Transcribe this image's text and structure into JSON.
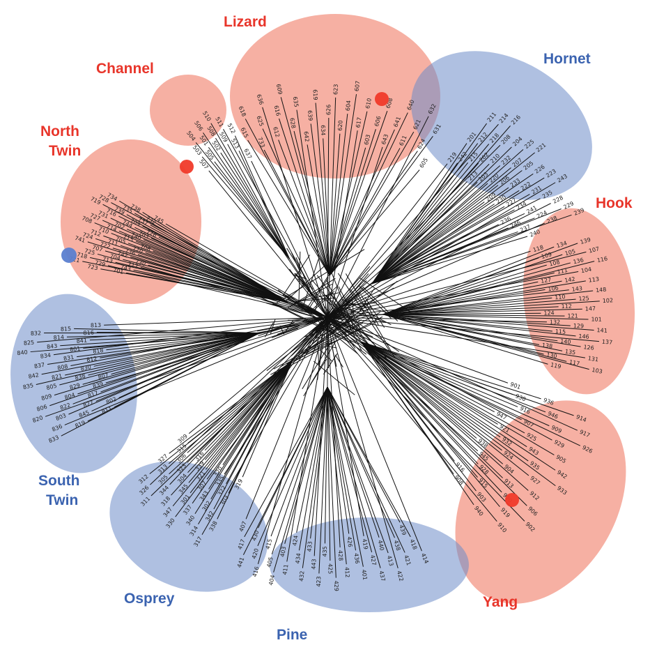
{
  "colors": {
    "red_group": "#ee6f57",
    "blue_group": "#6d8cc8",
    "red_label": "#e8352a",
    "blue_label": "#3b63b0",
    "branch": "#111111",
    "highlight_red": "#f03a2a",
    "highlight_blue": "#5b7fd0"
  },
  "groups": [
    {
      "id": "lizard",
      "label": "Lizard",
      "color": "red",
      "tips": [
        "637",
        "615",
        "618",
        "733",
        "625",
        "636",
        "612",
        "616",
        "609",
        "628",
        "635",
        "642",
        "639",
        "619",
        "634",
        "626",
        "623",
        "620",
        "604",
        "607",
        "617",
        "610",
        "603",
        "606",
        "608",
        "643",
        "641",
        "640",
        "611",
        "621",
        "632",
        "624",
        "631",
        "605"
      ]
    },
    {
      "id": "hornet",
      "label": "Hornet",
      "color": "blue",
      "tips": [
        "219",
        "201",
        "211",
        "242",
        "212",
        "214",
        "215",
        "218",
        "216",
        "202",
        "208",
        "213",
        "210",
        "204",
        "203",
        "232",
        "225",
        "220",
        "207",
        "221",
        "206",
        "205",
        "209",
        "233",
        "226",
        "230",
        "222",
        "223",
        "227",
        "231",
        "243",
        "234",
        "235",
        "236",
        "241",
        "228",
        "246",
        "224",
        "229",
        "237",
        "238",
        "239",
        "240"
      ]
    },
    {
      "id": "channel",
      "label": "Channel",
      "color": "red",
      "tips": [
        "507",
        "503",
        "504",
        "505",
        "501",
        "506",
        "502",
        "508",
        "510",
        "509",
        "511",
        "513",
        "512"
      ]
    },
    {
      "id": "north-twin",
      "label": "North\nTwin",
      "color": "red",
      "tips": [
        "745",
        "738",
        "734",
        "732",
        "735",
        "728",
        "737",
        "739",
        "719",
        "709",
        "716",
        "726",
        "744",
        "731",
        "703",
        "702",
        "727",
        "740",
        "714",
        "708",
        "715",
        "710",
        "706",
        "705",
        "712",
        "720",
        "711",
        "724",
        "736",
        "722",
        "741",
        "742",
        "707",
        "730",
        "704",
        "725",
        "717",
        "713",
        "718",
        "743",
        "729",
        "721",
        "701",
        "723"
      ]
    },
    {
      "id": "hook",
      "label": "Hook",
      "color": "red",
      "tips": [
        "118",
        "134",
        "139",
        "109",
        "105",
        "107",
        "108",
        "136",
        "116",
        "111",
        "104",
        "127",
        "142",
        "113",
        "106",
        "143",
        "148",
        "110",
        "125",
        "102",
        "112",
        "147",
        "124",
        "121",
        "101",
        "132",
        "129",
        "141",
        "115",
        "146",
        "137",
        "140",
        "126",
        "138",
        "135",
        "131",
        "130",
        "117",
        "103",
        "119"
      ]
    },
    {
      "id": "south-twin",
      "label": "South\nTwin",
      "color": "blue",
      "tips": [
        "813",
        "815",
        "832",
        "816",
        "814",
        "825",
        "841",
        "843",
        "840",
        "801",
        "834",
        "818",
        "831",
        "837",
        "812",
        "808",
        "842",
        "830",
        "821",
        "835",
        "838",
        "805",
        "807",
        "829",
        "809",
        "839",
        "804",
        "806",
        "817",
        "822",
        "820",
        "827",
        "803",
        "802",
        "845",
        "836",
        "811",
        "819",
        "833"
      ]
    },
    {
      "id": "yang",
      "label": "Yang",
      "color": "red",
      "tips": [
        "901",
        "936",
        "914",
        "930",
        "946",
        "917",
        "916",
        "909",
        "926",
        "907",
        "929",
        "947",
        "925",
        "905",
        "921",
        "943",
        "942",
        "932",
        "935",
        "933",
        "924",
        "927",
        "938",
        "904",
        "912",
        "945",
        "913",
        "906",
        "928",
        "920",
        "902",
        "915",
        "919",
        "916",
        "903",
        "910",
        "908",
        "940"
      ]
    },
    {
      "id": "osprey",
      "label": "Osprey",
      "color": "blue",
      "tips": [
        "309",
        "327",
        "312",
        "315",
        "313",
        "326",
        "306",
        "305",
        "311",
        "323",
        "344",
        "316",
        "304",
        "318",
        "339",
        "345",
        "347",
        "321",
        "301",
        "330",
        "307",
        "337",
        "320",
        "343",
        "340",
        "335",
        "302",
        "314",
        "322",
        "342",
        "317",
        "303",
        "338",
        "319"
      ]
    },
    {
      "id": "pine",
      "label": "Pine",
      "color": "blue",
      "tips": [
        "407",
        "417",
        "441",
        "430",
        "420",
        "416",
        "415",
        "405",
        "404",
        "403",
        "411",
        "424",
        "434",
        "432",
        "433",
        "443",
        "423",
        "435",
        "425",
        "429",
        "428",
        "412",
        "426",
        "436",
        "401",
        "419",
        "427",
        "437",
        "440",
        "413",
        "422",
        "438",
        "421",
        "439",
        "418",
        "414"
      ]
    }
  ]
}
